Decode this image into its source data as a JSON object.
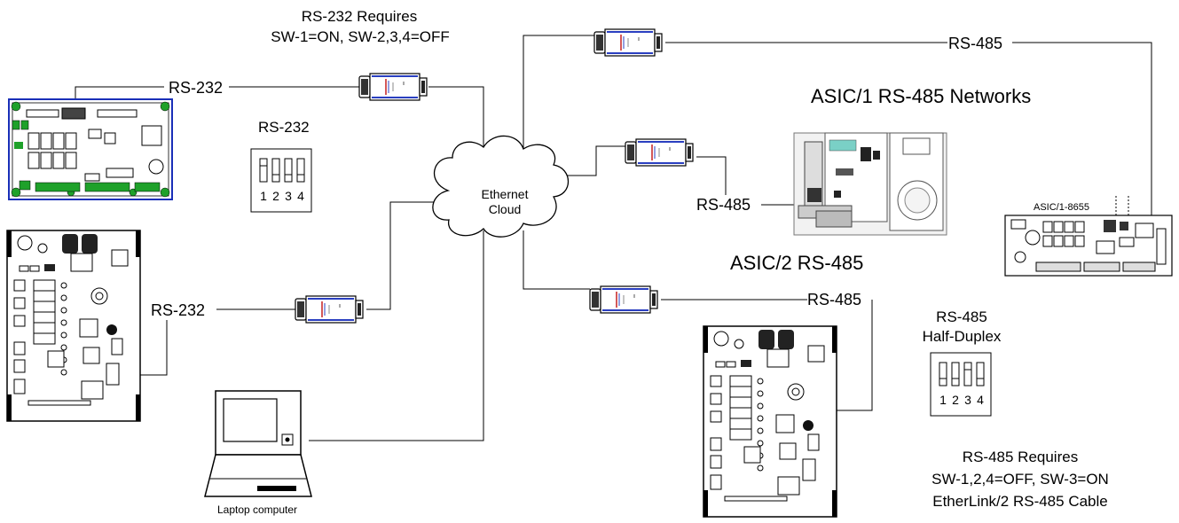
{
  "labels": {
    "rs232_requires_line1": "RS-232 Requires",
    "rs232_requires_line2": "SW-1=ON, SW-2,3,4=OFF",
    "rs232_conn_top": "RS-232",
    "rs232_switch_title": "RS-232",
    "rs232_conn_left": "RS-232",
    "ethernet_cloud_line1": "Ethernet",
    "ethernet_cloud_line2": "Cloud",
    "rs485_top": "RS-485",
    "asic1_title": "ASIC/1 RS-485 Networks",
    "rs485_mid": "RS-485",
    "asic1_8655": "ASIC/1-8655",
    "asic2_title": "ASIC/2 RS-485",
    "rs485_bottom": "RS-485",
    "rs485_halfduplex_line1": "RS-485",
    "rs485_halfduplex_line2": "Half-Duplex",
    "rs485_requires_line1": "RS-485 Requires",
    "rs485_requires_line2": "SW-1,2,4=OFF, SW-3=ON",
    "rs485_requires_line3": "EtherLink/2 RS-485  Cable",
    "laptop": "Laptop computer"
  },
  "rs232_switches": {
    "numbers": [
      "1",
      "2",
      "3",
      "4"
    ],
    "on": [
      true,
      false,
      false,
      false
    ]
  },
  "rs485_switches": {
    "numbers": [
      "1",
      "2",
      "3",
      "4"
    ],
    "on": [
      false,
      false,
      true,
      false
    ]
  },
  "colors": {
    "line": "#000000",
    "board_border": "#1a2fb8",
    "board_green": "#1fa12a",
    "adapter_blue": "#2a3fc0",
    "adapter_red": "#c62020"
  }
}
